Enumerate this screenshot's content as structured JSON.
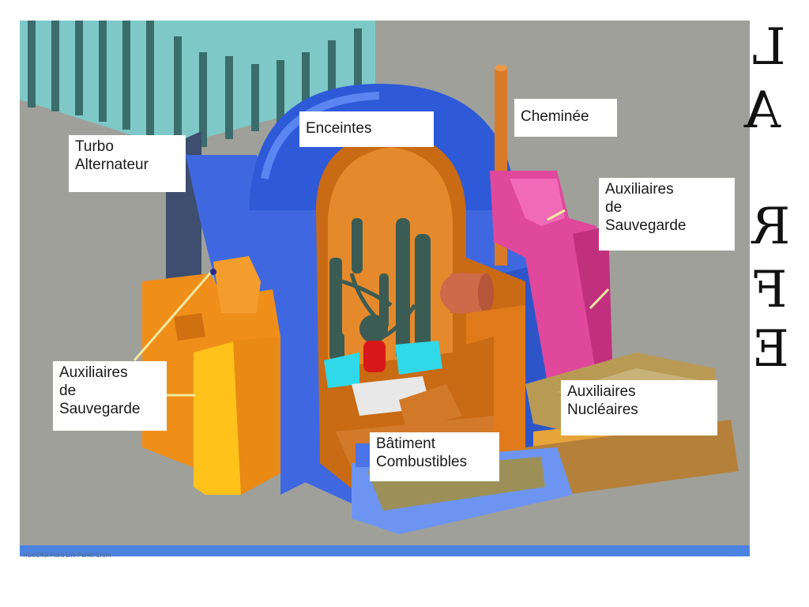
{
  "labels": {
    "turbo": "Turbo\nAlternateur",
    "enceintes": "Enceintes",
    "cheminee": "Cheminée",
    "aux_sauv_right": "Auxiliaires\nde\n Sauvegarde",
    "aux_sauv_left": "Auxiliaires\nde\n Sauvegarde",
    "aux_nucl": "Auxiliaires\nNucléaires",
    "batiment": "Bâtiment\nCombustibles"
  },
  "side_letters": [
    "L",
    "A",
    "R",
    "F",
    "E"
  ],
  "caption": "nOcC/fut Hara Lini  Parlel  Crom",
  "colors": {
    "background": "#9fa09a",
    "containment": "#3f68e0",
    "dome": "#2e5ad8",
    "interior": "#d0741c",
    "auxiliary_left": "#f08e1a",
    "auxiliary_right": "#e0489c",
    "fuel_building": "#6d94f0",
    "turbine_hall": "#7ec9c8",
    "pool": "#30d8e8",
    "reactor_vessel": "#d81818"
  }
}
